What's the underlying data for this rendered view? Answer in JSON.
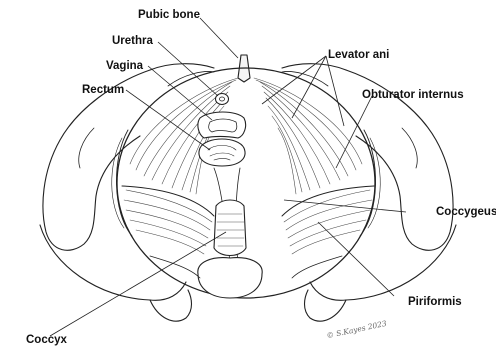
{
  "labels": {
    "pubic_bone": "Pubic bone",
    "urethra": "Urethra",
    "levator_ani": "Levator ani",
    "vagina": "Vagina",
    "rectum": "Rectum",
    "obturator_internus": "Obturator internus",
    "coccygeus": "Coccygeus",
    "piriformis": "Piriformis",
    "coccyx": "Coccyx"
  },
  "signature": "© S.Kayes 2023"
}
